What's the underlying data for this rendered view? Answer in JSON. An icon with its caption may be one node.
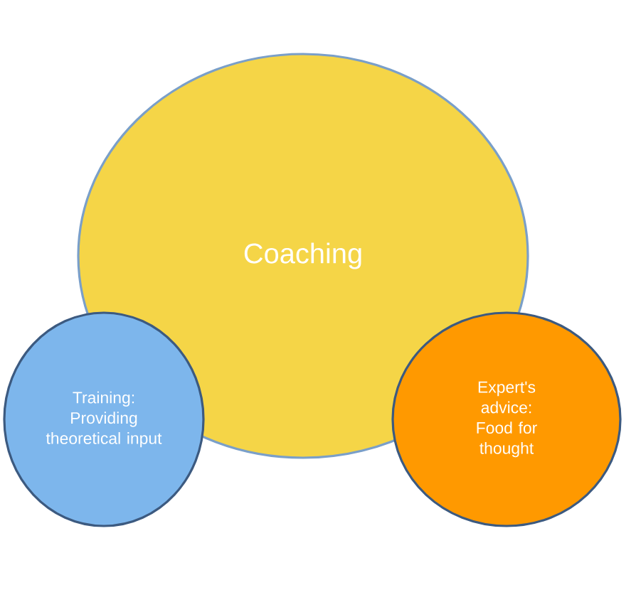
{
  "diagram": {
    "nodes": [
      {
        "text": [
          "Coaching"
        ]
      },
      {
        "text": [
          "Training: Providing theoretical input"
        ]
      },
      {
        "text": [
          "Expert's advice: Food for thought"
        ]
      }
    ]
  }
}
